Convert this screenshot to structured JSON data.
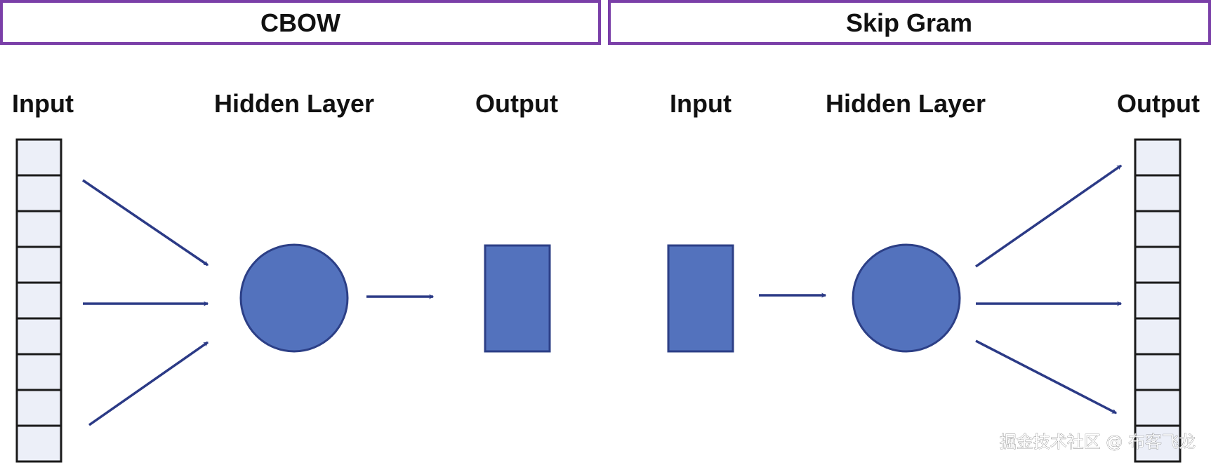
{
  "panels": {
    "cbow": {
      "title": "CBOW",
      "labels": {
        "input": "Input",
        "hidden": "Hidden Layer",
        "output": "Output"
      }
    },
    "skipgram": {
      "title": "Skip Gram",
      "labels": {
        "input": "Input",
        "hidden": "Hidden Layer",
        "output": "Output"
      }
    }
  },
  "watermark": "掘金技术社区 @ 布客飞龙",
  "colors": {
    "header_border": "#7a3fa8",
    "node_fill": "#5372bd",
    "node_stroke": "#2c3f86",
    "arrow": "#2b3a86",
    "vector_cell_fill": "#eceff8",
    "vector_cell_stroke": "#1a1a1a"
  }
}
